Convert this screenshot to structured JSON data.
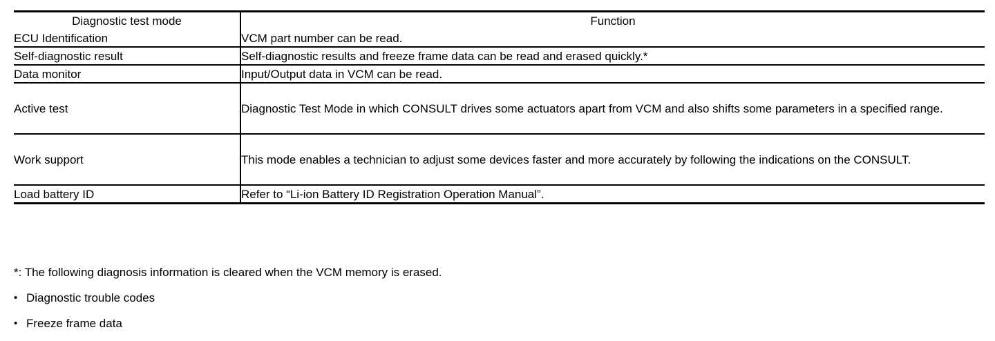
{
  "table": {
    "columns": [
      "Diagnostic test mode",
      "Function"
    ],
    "rows": [
      {
        "mode": "ECU Identification",
        "function": "VCM part number can be read."
      },
      {
        "mode": "Self-diagnostic result",
        "function": "Self-diagnostic results and freeze frame data can be read and erased quickly.*"
      },
      {
        "mode": "Data monitor",
        "function": "Input/Output data in VCM can be read."
      },
      {
        "mode": "Active test",
        "function": "Diagnostic Test Mode in which CONSULT drives some actuators apart from VCM and also shifts some parameters in a specified range."
      },
      {
        "mode": "Work support",
        "function": "This mode enables a technician to adjust some devices faster and more accurately by following the indications on the CONSULT."
      },
      {
        "mode": "Load battery ID",
        "function": "Refer to “Li-ion Battery ID Registration Operation Manual”."
      }
    ]
  },
  "notes": {
    "footnote": "*: The following diagnosis information is cleared when the VCM memory is erased.",
    "bullet_symbol": "•",
    "bullets": [
      "Diagnostic trouble codes",
      "Freeze frame data"
    ]
  },
  "colors": {
    "text": "#000000",
    "background": "#ffffff",
    "rule": "#000000"
  }
}
